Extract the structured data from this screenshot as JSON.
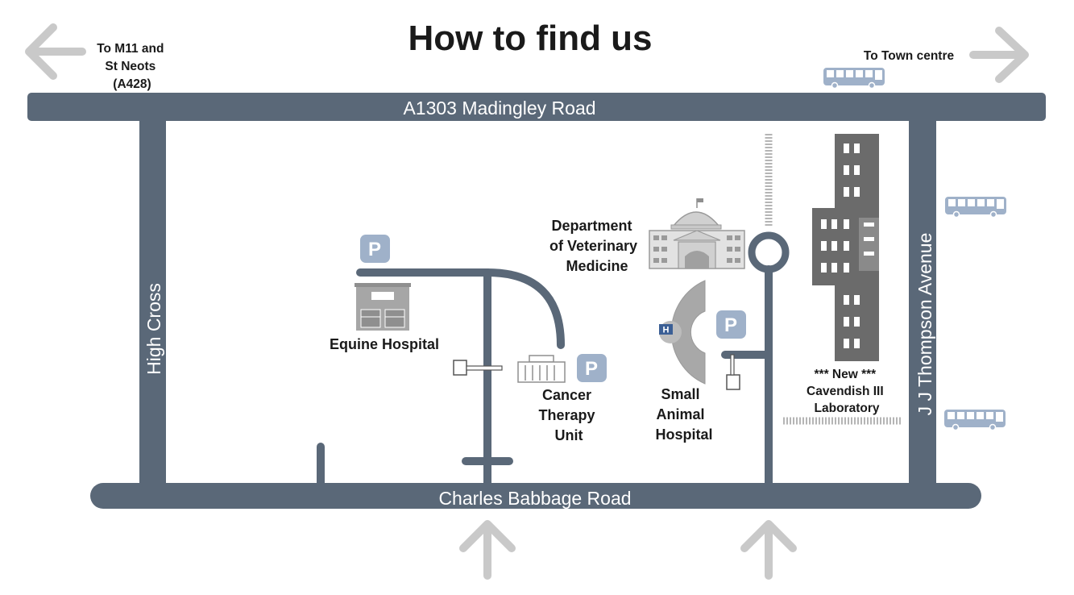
{
  "title": "How to find us",
  "directions": {
    "west": [
      "To M11 and",
      "St Neots",
      "(A428)"
    ],
    "east": "To Town centre"
  },
  "roads": {
    "north": "A1303 Madingley Road",
    "south": "Charles Babbage Road",
    "west": "High Cross",
    "east": "J J Thompson Avenue"
  },
  "buildings": {
    "equine": "Equine Hospital",
    "cancer": [
      "Cancer",
      "Therapy",
      "Unit"
    ],
    "vet": [
      "Department",
      "of Veterinary",
      "Medicine"
    ],
    "small_animal": [
      "Small",
      "Animal",
      "Hospital"
    ],
    "cavendish": [
      "*** New ***",
      "Cavendish III",
      "Laboratory"
    ]
  },
  "symbols": {
    "parking": "P",
    "hospital": "H"
  },
  "colors": {
    "road": "#5a6878",
    "building_dark": "#6b6b6b",
    "building_light": "#bfbfbf",
    "parking": "#9fb1c9",
    "arrow": "#b5b5b5",
    "bus": "#9fb1c9"
  }
}
